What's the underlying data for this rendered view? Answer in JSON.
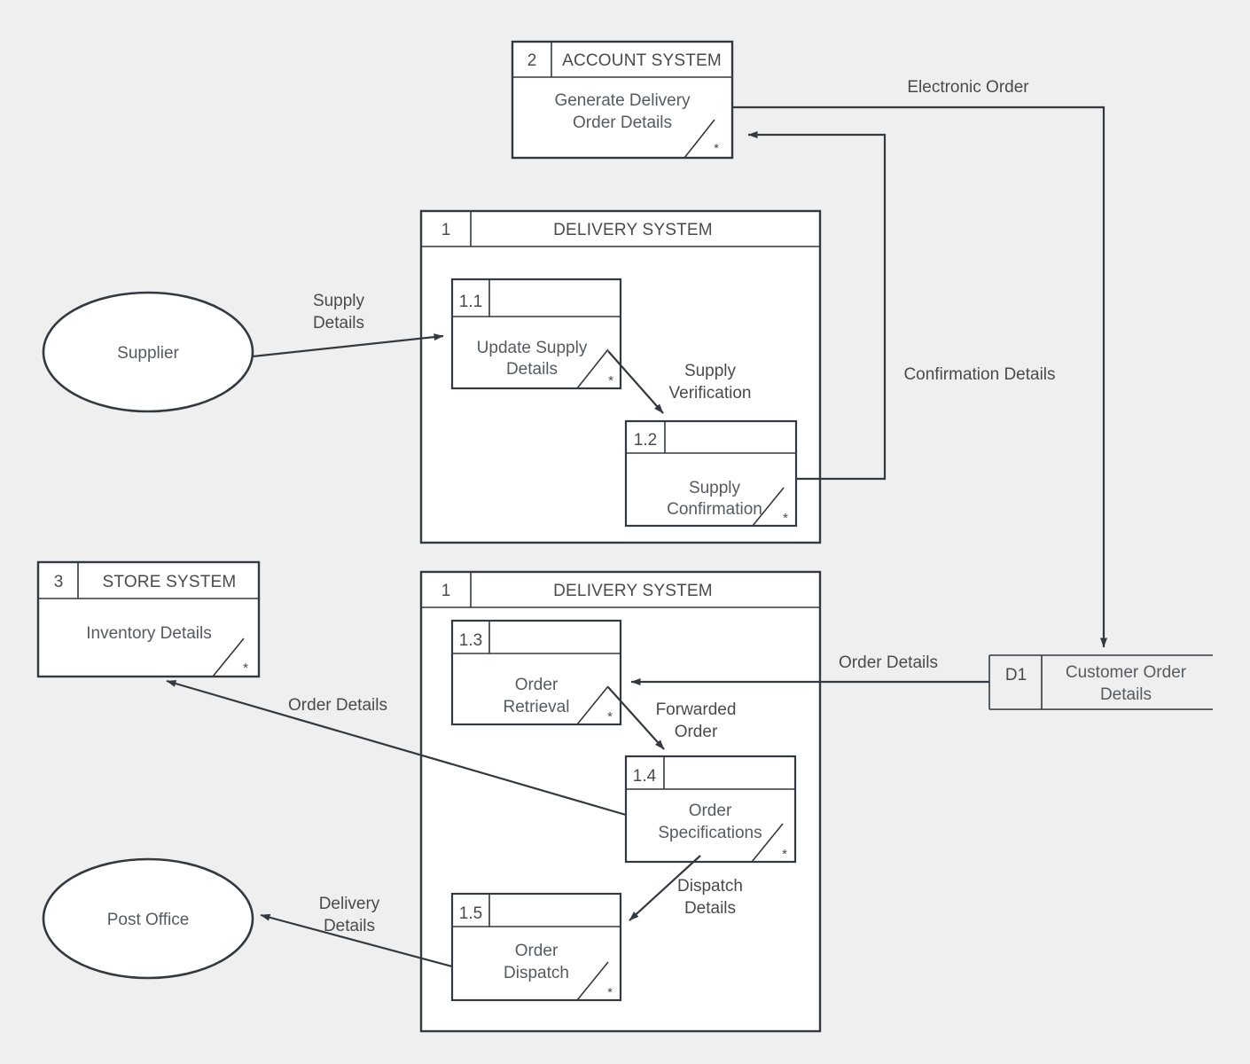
{
  "diagram": {
    "type": "data-flow-diagram",
    "background_color": "#efefef",
    "stroke_color": "#333940",
    "text_color": "#4a4a4a",
    "fill_color": "#ffffff"
  },
  "systems": [
    {
      "id": "2",
      "title": "ACCOUNT SYSTEM",
      "process": "Generate Delivery Order Details",
      "process_line1": "Generate Delivery",
      "process_line2": "Order Details",
      "marker": "*"
    },
    {
      "id": "1",
      "title": "DELIVERY SYSTEM"
    },
    {
      "id": "3",
      "title": "STORE SYSTEM",
      "process": "Inventory Details",
      "marker": "*"
    },
    {
      "id": "1",
      "title": "DELIVERY SYSTEM"
    }
  ],
  "delivery_system_top": {
    "id": "1",
    "title": "DELIVERY SYSTEM",
    "processes": [
      {
        "id": "1.1",
        "name_line1": "Update Supply",
        "name_line2": "Details",
        "marker": "*"
      },
      {
        "id": "1.2",
        "name_line1": "Supply",
        "name_line2": "Confirmation",
        "marker": "*"
      }
    ]
  },
  "delivery_system_bottom": {
    "id": "1",
    "title": "DELIVERY SYSTEM",
    "processes": [
      {
        "id": "1.3",
        "name_line1": "Order",
        "name_line2": "Retrieval",
        "marker": "*"
      },
      {
        "id": "1.4",
        "name_line1": "Order",
        "name_line2": "Specifications",
        "marker": "*"
      },
      {
        "id": "1.5",
        "name_line1": "Order",
        "name_line2": "Dispatch",
        "marker": "*"
      }
    ]
  },
  "account_system": {
    "id": "2",
    "title": "ACCOUNT SYSTEM",
    "process_line1": "Generate Delivery",
    "process_line2": "Order Details",
    "marker": "*"
  },
  "store_system": {
    "id": "3",
    "title": "STORE SYSTEM",
    "process": "Inventory Details",
    "marker": "*"
  },
  "data_store": {
    "id": "D1",
    "name_line1": "Customer Order",
    "name_line2": "Details"
  },
  "external_entities": [
    {
      "name": "Supplier"
    },
    {
      "name": "Post Office"
    }
  ],
  "flows": [
    {
      "label_line1": "Supply",
      "label_line2": "Details",
      "from": "Supplier",
      "to": "1.1"
    },
    {
      "label_line1": "Supply",
      "label_line2": "Verification",
      "from": "1.1",
      "to": "1.2"
    },
    {
      "label_line1": "Confirmation Details",
      "label_line2": "",
      "from": "1.2",
      "to": "2"
    },
    {
      "label_line1": "Electronic Order",
      "label_line2": "",
      "from": "2",
      "to": "D1"
    },
    {
      "label_line1": "Order Details",
      "label_line2": "",
      "from": "D1",
      "to": "1.3"
    },
    {
      "label_line1": "Forwarded",
      "label_line2": "Order",
      "from": "1.3",
      "to": "1.4"
    },
    {
      "label_line1": "Order Details",
      "label_line2": "",
      "from": "1.4",
      "to": "3"
    },
    {
      "label_line1": "Dispatch",
      "label_line2": "Details",
      "from": "1.4",
      "to": "1.5"
    },
    {
      "label_line1": "Delivery",
      "label_line2": "Details",
      "from": "1.5",
      "to": "Post Office"
    }
  ]
}
